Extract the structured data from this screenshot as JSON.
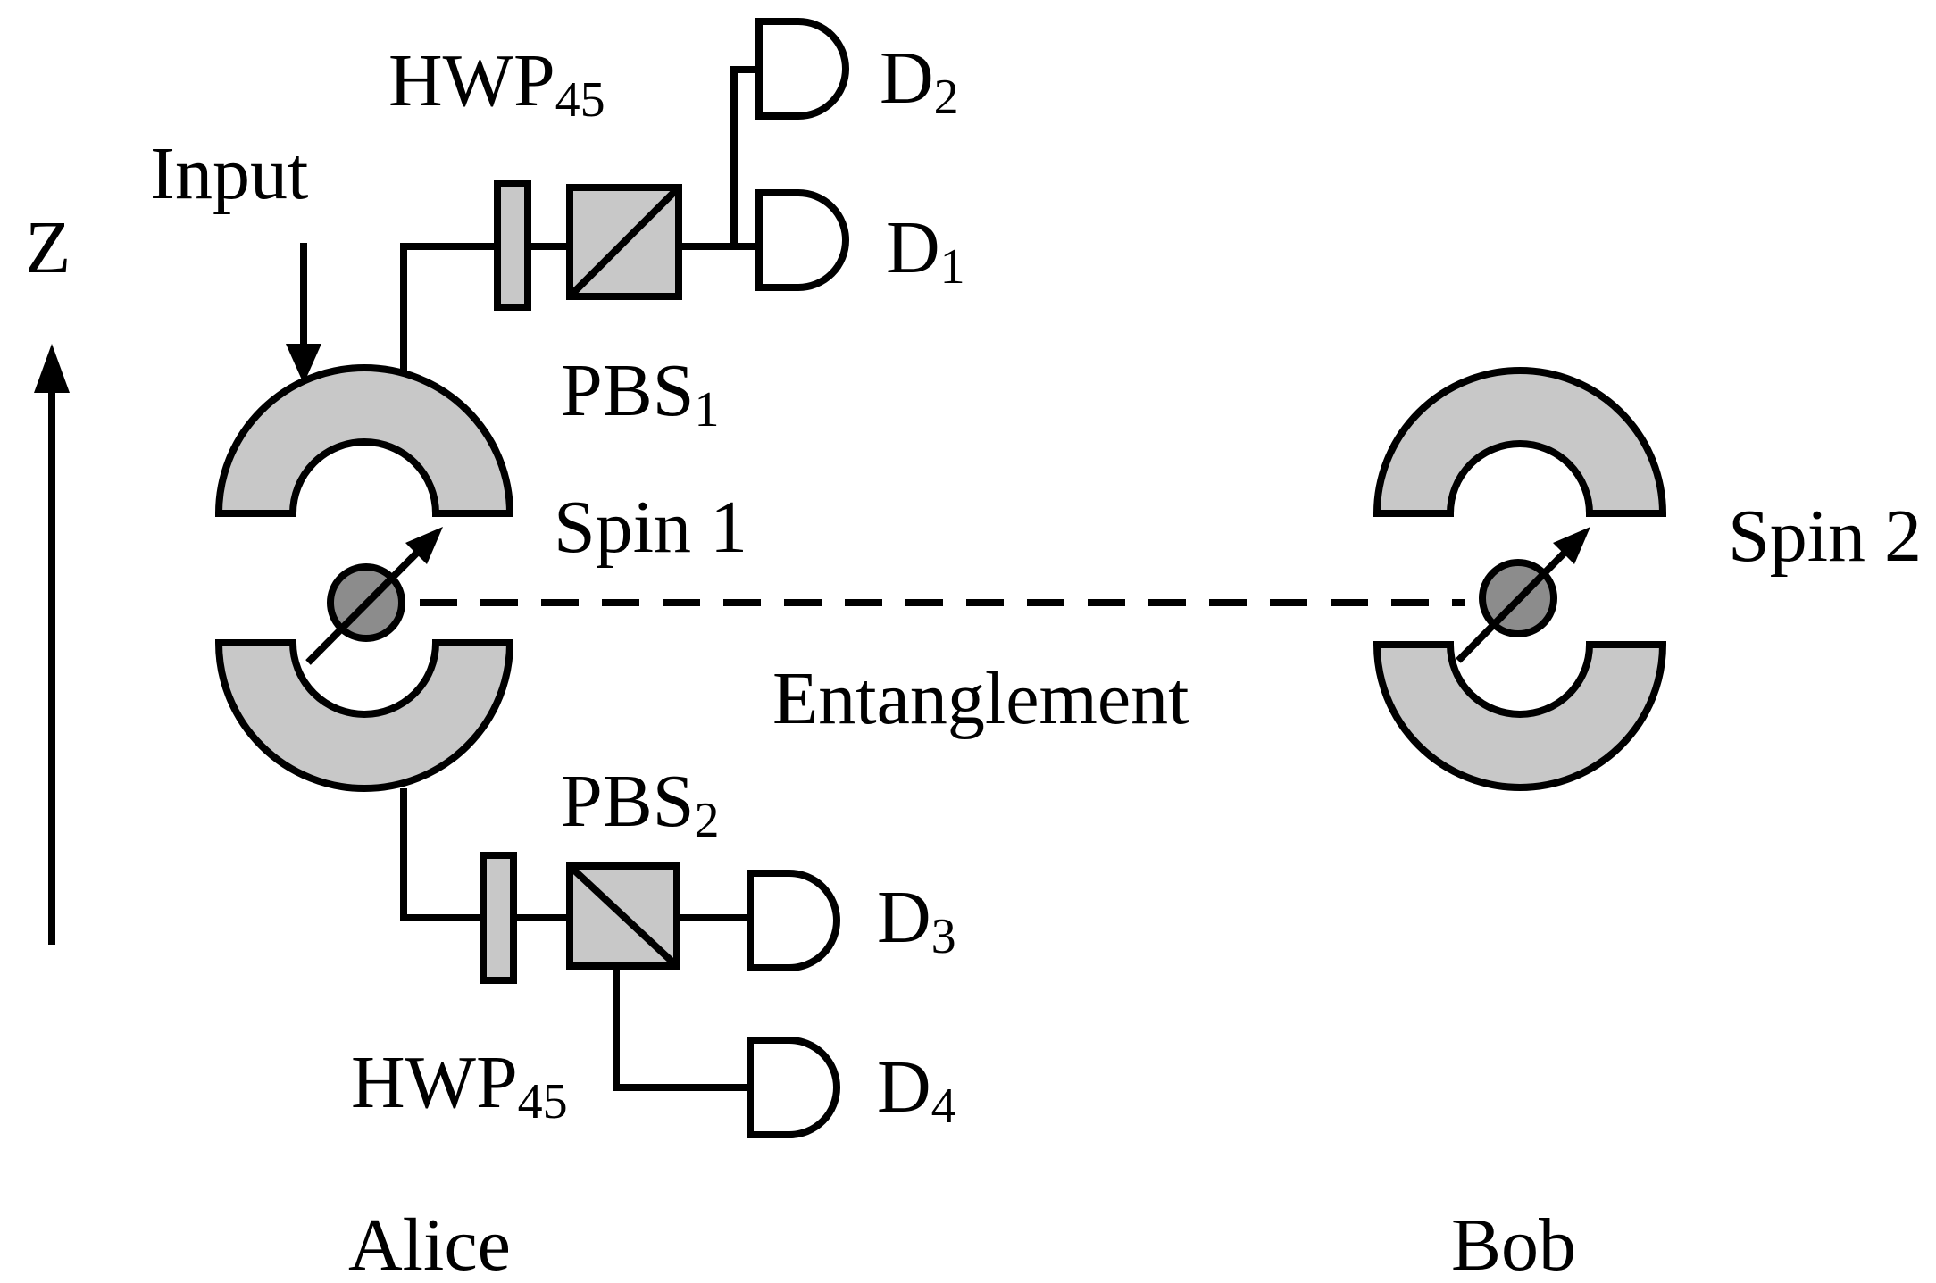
{
  "labels": {
    "z_axis": "Z",
    "input": "Input",
    "hwp_top": {
      "main": "HWP",
      "sub": "45"
    },
    "hwp_bottom": {
      "main": "HWP",
      "sub": "45"
    },
    "pbs1": {
      "main": "PBS",
      "sub": "1"
    },
    "pbs2": {
      "main": "PBS",
      "sub": "2"
    },
    "d1": {
      "main": "D",
      "sub": "1"
    },
    "d2": {
      "main": "D",
      "sub": "2"
    },
    "d3": {
      "main": "D",
      "sub": "3"
    },
    "d4": {
      "main": "D",
      "sub": "4"
    },
    "spin1": "Spin 1",
    "spin2": "Spin 2",
    "entanglement": "Entanglement",
    "alice": "Alice",
    "bob": "Bob"
  },
  "colors": {
    "component_fill": "#c8c8c8",
    "spin_fill": "#8c8c8c",
    "line": "#000000"
  }
}
